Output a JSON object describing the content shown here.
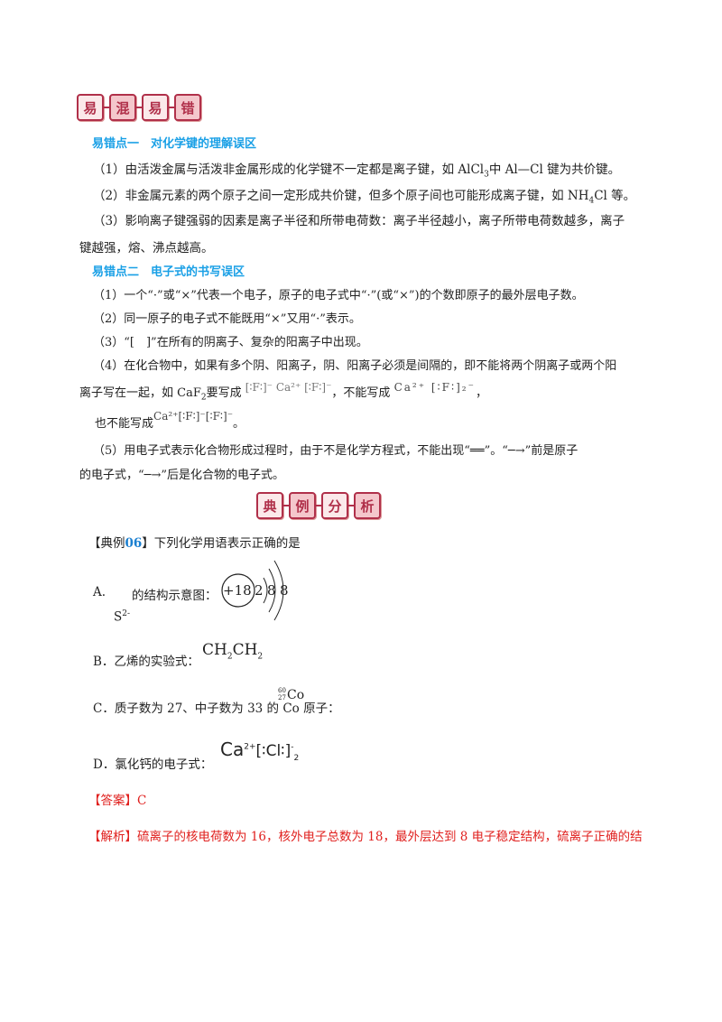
{
  "banner1": [
    "易",
    "混",
    "易",
    "错"
  ],
  "section1": {
    "heading": "易错点一　对化学键的理解误区",
    "p1_a": "（1）由活泼金属与活泼非金属形成的化学键不一定都是离子键，如 AlCl",
    "p1_sub": "3",
    "p1_b": "中 Al—Cl 键为共价键。",
    "p2_a": "（2）非金属元素的两个原子之间一定形成共价键，但多个原子间也可能形成离子键，如 NH",
    "p2_sub": "4",
    "p2_b": "Cl 等。",
    "p3_a": "（3）影响离子键强弱的因素是离子半径和所带电荷数：离子半径越小，离子所带电荷数越多，离子",
    "p3_b": "键越强，熔、沸点越高。"
  },
  "section2": {
    "heading": "易错点二　电子式的书写误区",
    "l1": "（1）一个“·”或“×”代表一个电子，原子的电子式中“·”(或“×”)的个数即原子的最外层电子数。",
    "l2": "（2）同一原子的电子式不能既用“×”又用“·”表示。",
    "l3": "（3）“[　]”在所有的阴离子、复杂的阳离子中出现。",
    "l4_a": "（4）在化合物中，如果有多个阴、阳离子，阴、阳离子必须是间隔的，即不能将两个阴离子或两个阳",
    "l4_b1": "离子写在一起，如 CaF",
    "l4_b1_sub": "2",
    "l4_b2": "要写成",
    "formula_correct": "[∶F∶]⁻ Ca²⁺ [∶F∶]⁻",
    "l4_b3": "，不能写成",
    "formula_wrong1": "Ca²⁺ [∶F∶]₂⁻",
    "l4_b4": "，",
    "l4_c1": "也不能写成",
    "formula_wrong2": "Ca²⁺[∶F∶]⁻[∶F∶]⁻",
    "l4_c2": "。",
    "l5_a": "（5）用电子式表示化合物形成过程时，由于不是化学方程式，不能出现“══”。“─→”前是原子",
    "l5_b": "的电子式，“─→”后是化合物的电子式。"
  },
  "banner2": [
    "典",
    "例",
    "分",
    "析"
  ],
  "example": {
    "label_open": "【典例",
    "number": "06",
    "label_close": "】",
    "question": "下列化学用语表示正确的是",
    "options": {
      "A_label": "A.",
      "A_text": "的结构示意图：",
      "A_ion": "S",
      "A_ion_sup": "2-",
      "A_nucleus": "+18",
      "A_shells": [
        "2",
        "8",
        "8"
      ],
      "B_text": "B．乙烯的实验式：",
      "B_formula": [
        "CH",
        "2",
        "CH",
        "2"
      ],
      "C_text": "C．质子数为 27、中子数为 33 的 Co 原子：",
      "C_mass": "60",
      "C_atomic": "27",
      "C_symbol": "Co",
      "D_text": "D．氯化钙的电子式：",
      "D_formula": {
        "ca": "Ca",
        "charge": "2+",
        "cl": "[∶Cl∶]",
        "minus": "-",
        "count": "2"
      }
    },
    "answer_label": "【答案】",
    "answer": "C",
    "analysis_label": "【解析】",
    "analysis": "硫离子的核电荷数为 16，核外电子总数为 18，最外层达到 8 电子稳定结构，硫离子正确的结"
  }
}
